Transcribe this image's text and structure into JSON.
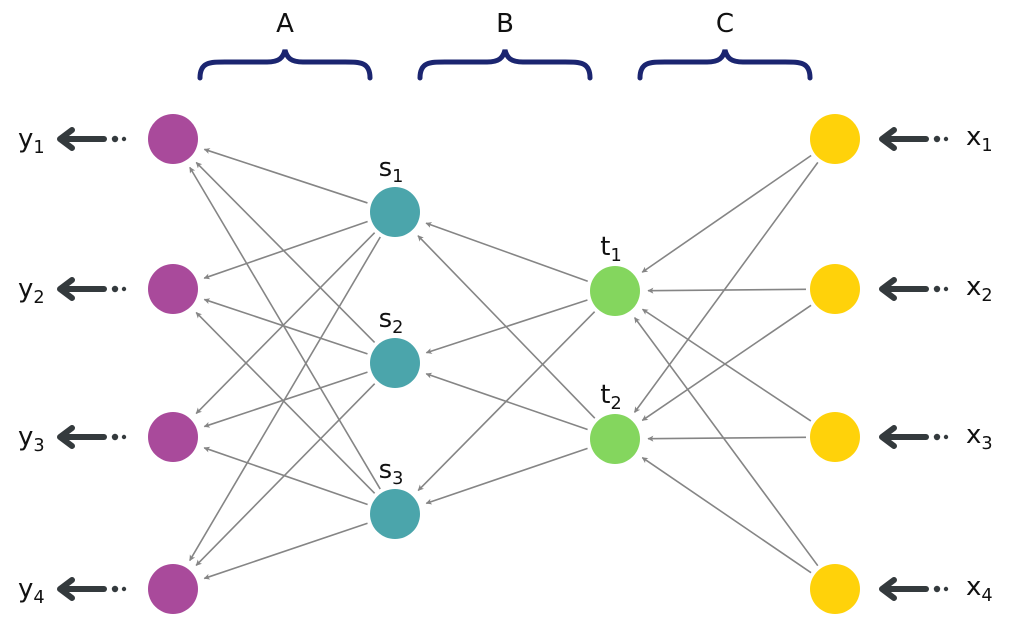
{
  "groups": [
    {
      "id": "A",
      "label": "A"
    },
    {
      "id": "B",
      "label": "B"
    },
    {
      "id": "C",
      "label": "C"
    }
  ],
  "layers": {
    "y": {
      "color": "#A94A9B",
      "nodes": [
        {
          "base": "y",
          "sub": "1"
        },
        {
          "base": "y",
          "sub": "2"
        },
        {
          "base": "y",
          "sub": "3"
        },
        {
          "base": "y",
          "sub": "4"
        }
      ]
    },
    "s": {
      "color": "#4BA5AB",
      "nodes": [
        {
          "base": "s",
          "sub": "1"
        },
        {
          "base": "s",
          "sub": "2"
        },
        {
          "base": "s",
          "sub": "3"
        }
      ]
    },
    "t": {
      "color": "#84D65E",
      "nodes": [
        {
          "base": "t",
          "sub": "1"
        },
        {
          "base": "t",
          "sub": "2"
        }
      ]
    },
    "x": {
      "color": "#FFD20A",
      "nodes": [
        {
          "base": "x",
          "sub": "1"
        },
        {
          "base": "x",
          "sub": "2"
        },
        {
          "base": "x",
          "sub": "3"
        },
        {
          "base": "x",
          "sub": "4"
        }
      ]
    }
  },
  "connections": [
    {
      "from": "x",
      "to": "t",
      "group": "C",
      "type": "fully-connected"
    },
    {
      "from": "t",
      "to": "s",
      "group": "B",
      "type": "fully-connected"
    },
    {
      "from": "s",
      "to": "y",
      "group": "A",
      "type": "fully-connected"
    }
  ],
  "colors": {
    "edge": "#858585",
    "brace": "#1B2570",
    "io_arrow": "#343A3D",
    "text": "#111111"
  }
}
